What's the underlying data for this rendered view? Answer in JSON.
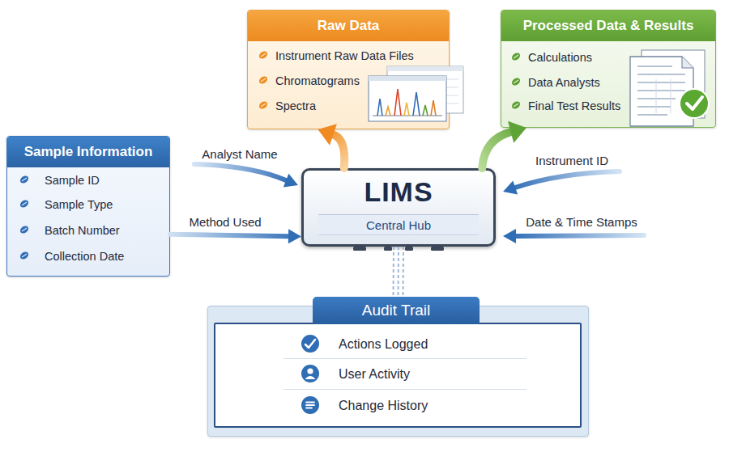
{
  "diagram": {
    "nodes": [
      {
        "text": [
          "Raw Data",
          "Instrument Raw Data Files",
          "Chromatograms",
          "Spectra"
        ]
      },
      {
        "text": [
          "Processed Data & Results",
          "Calculations",
          "Data Analysts",
          "Final Test Results"
        ]
      },
      {
        "text": [
          "Sample Information",
          "Sample ID",
          "Sample Type",
          "Batch Number",
          "Collection Date"
        ]
      },
      {
        "text": [
          "LIMS",
          "Central Hub"
        ]
      },
      {
        "text": [
          "Audit Trail",
          "Actions Logged",
          "User Activity",
          "Change History"
        ]
      }
    ],
    "edges": [
      {
        "from": 2,
        "to": 3,
        "label": "Method Used",
        "arrow": "to"
      },
      {
        "from": 3,
        "to": 0,
        "arrow": "to"
      },
      {
        "from": 3,
        "to": 1,
        "arrow": "to"
      },
      {
        "from": 3,
        "to": 4,
        "arrow": "none"
      }
    ],
    "labels": [
      "Analyst Name",
      "Instrument ID",
      "Date & Time Stamps"
    ]
  }
}
